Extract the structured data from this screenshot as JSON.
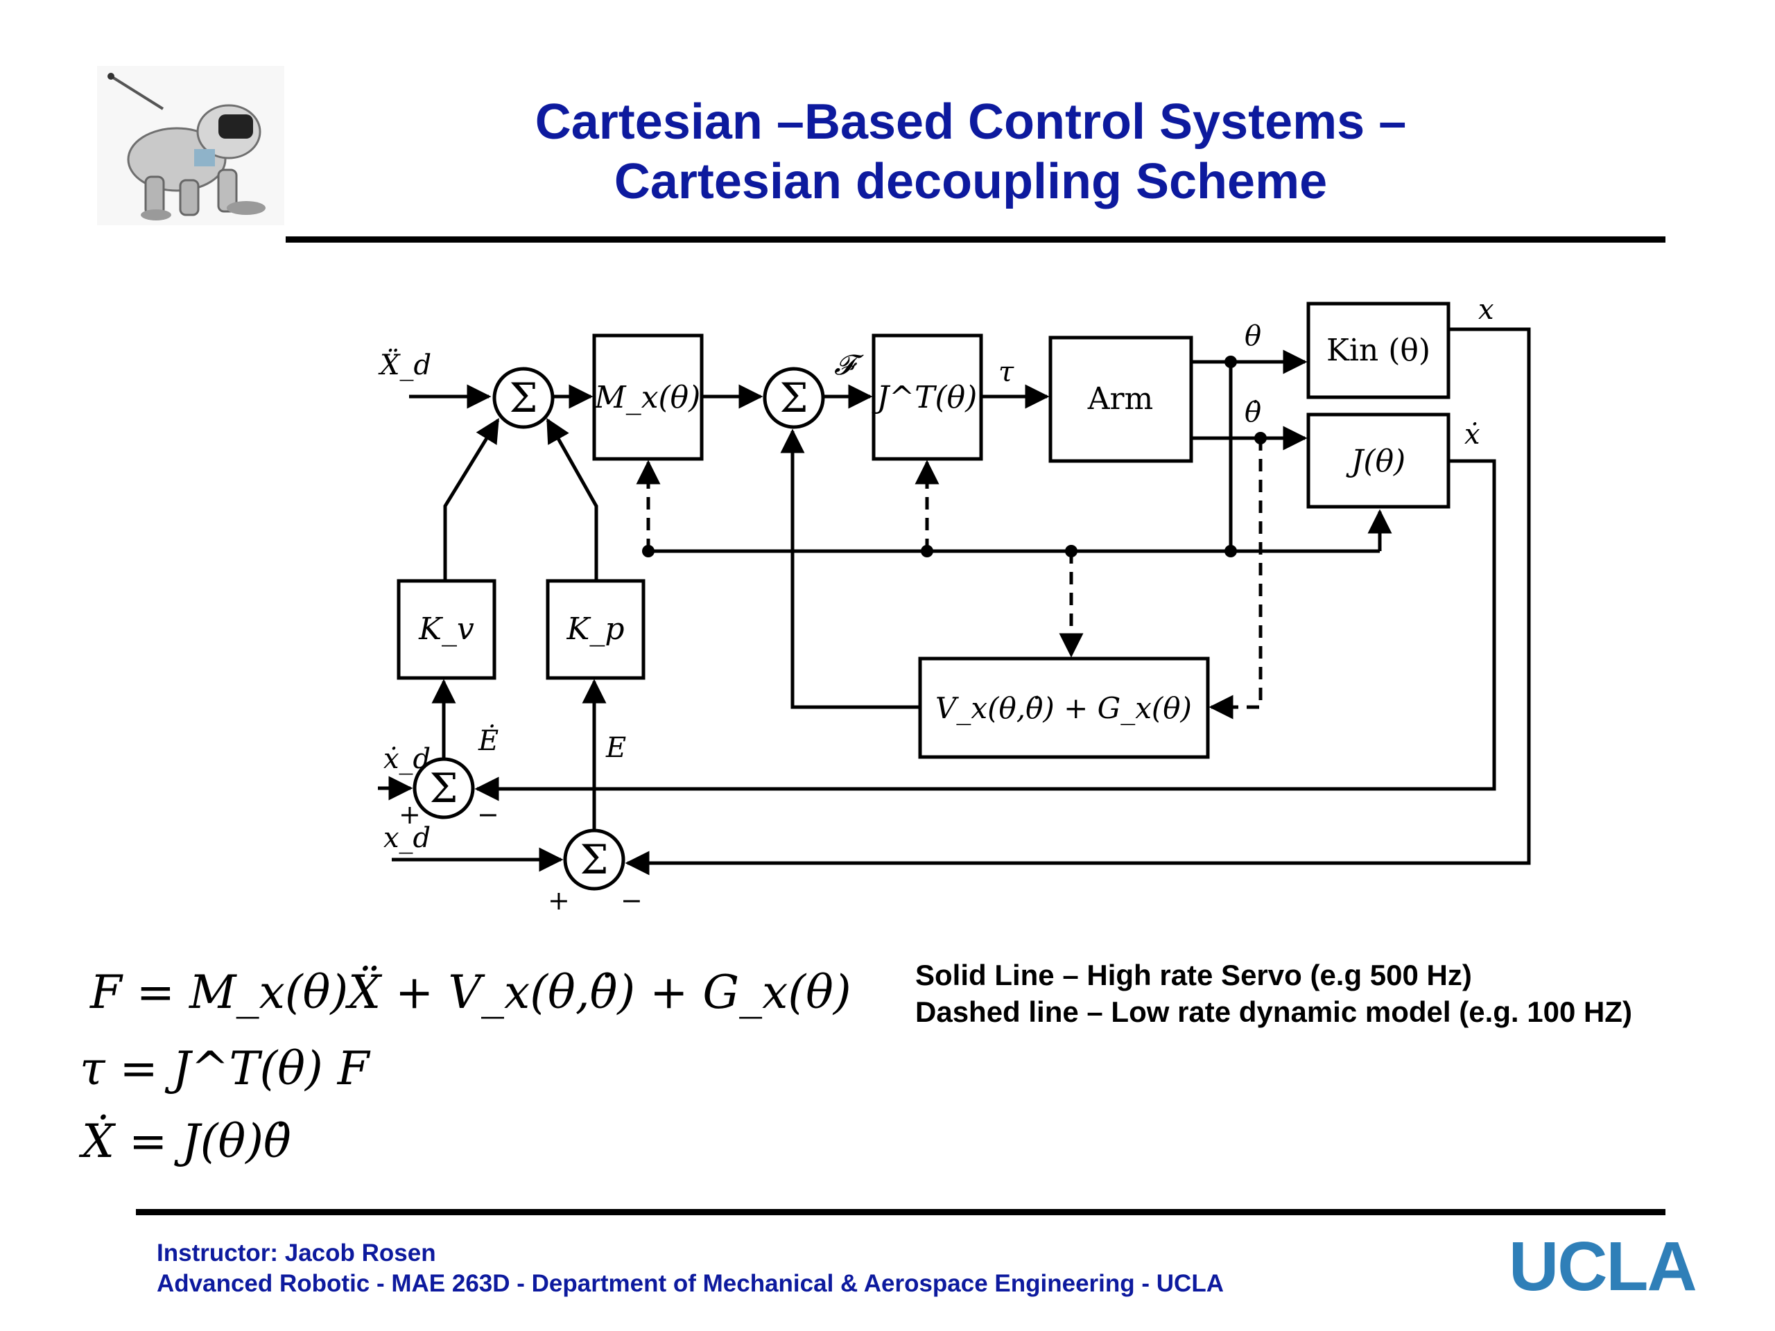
{
  "slide": {
    "title_line1": "Cartesian –Based Control Systems –",
    "title_line2": "Cartesian decoupling Scheme",
    "legend_solid": "Solid Line – High rate Servo (e.g 500 Hz)",
    "legend_dashed": "Dashed line – Low rate dynamic model (e.g. 100 HZ)",
    "footer_instructor": "Instructor: Jacob Rosen",
    "footer_course": "Advanced Robotic - MAE 263D - Department of Mechanical & Aerospace Engineering - UCLA",
    "logo_text": "UCLA"
  },
  "equations": {
    "eq1": "F = M_x(θ)Ẍ + V_x(θ,θ̇) + G_x(θ)",
    "eq2": "τ = J^T(θ) F",
    "eq3": "Ẋ = J(θ)θ̇"
  },
  "diagram": {
    "blocks": {
      "mx": "M_x(θ)",
      "jt": "J^T(θ)",
      "arm": "Arm",
      "kin": "Kin (θ)",
      "j": "J(θ)",
      "kv": "K_v",
      "kp": "K_p",
      "vg": "V_x(θ,θ̇) + G_x(θ)"
    },
    "sum_symbol": "Σ",
    "signals": {
      "xdd_d": "Ẍ_d",
      "f": "𝓕",
      "tau": "τ",
      "theta": "θ",
      "theta_dot": "θ̇",
      "x": "x",
      "x_dot": "ẋ",
      "e_dot": "Ė",
      "e": "E",
      "xd_dot": "ẋ_d",
      "xd": "x_d",
      "plus": "+",
      "minus": "−"
    }
  }
}
